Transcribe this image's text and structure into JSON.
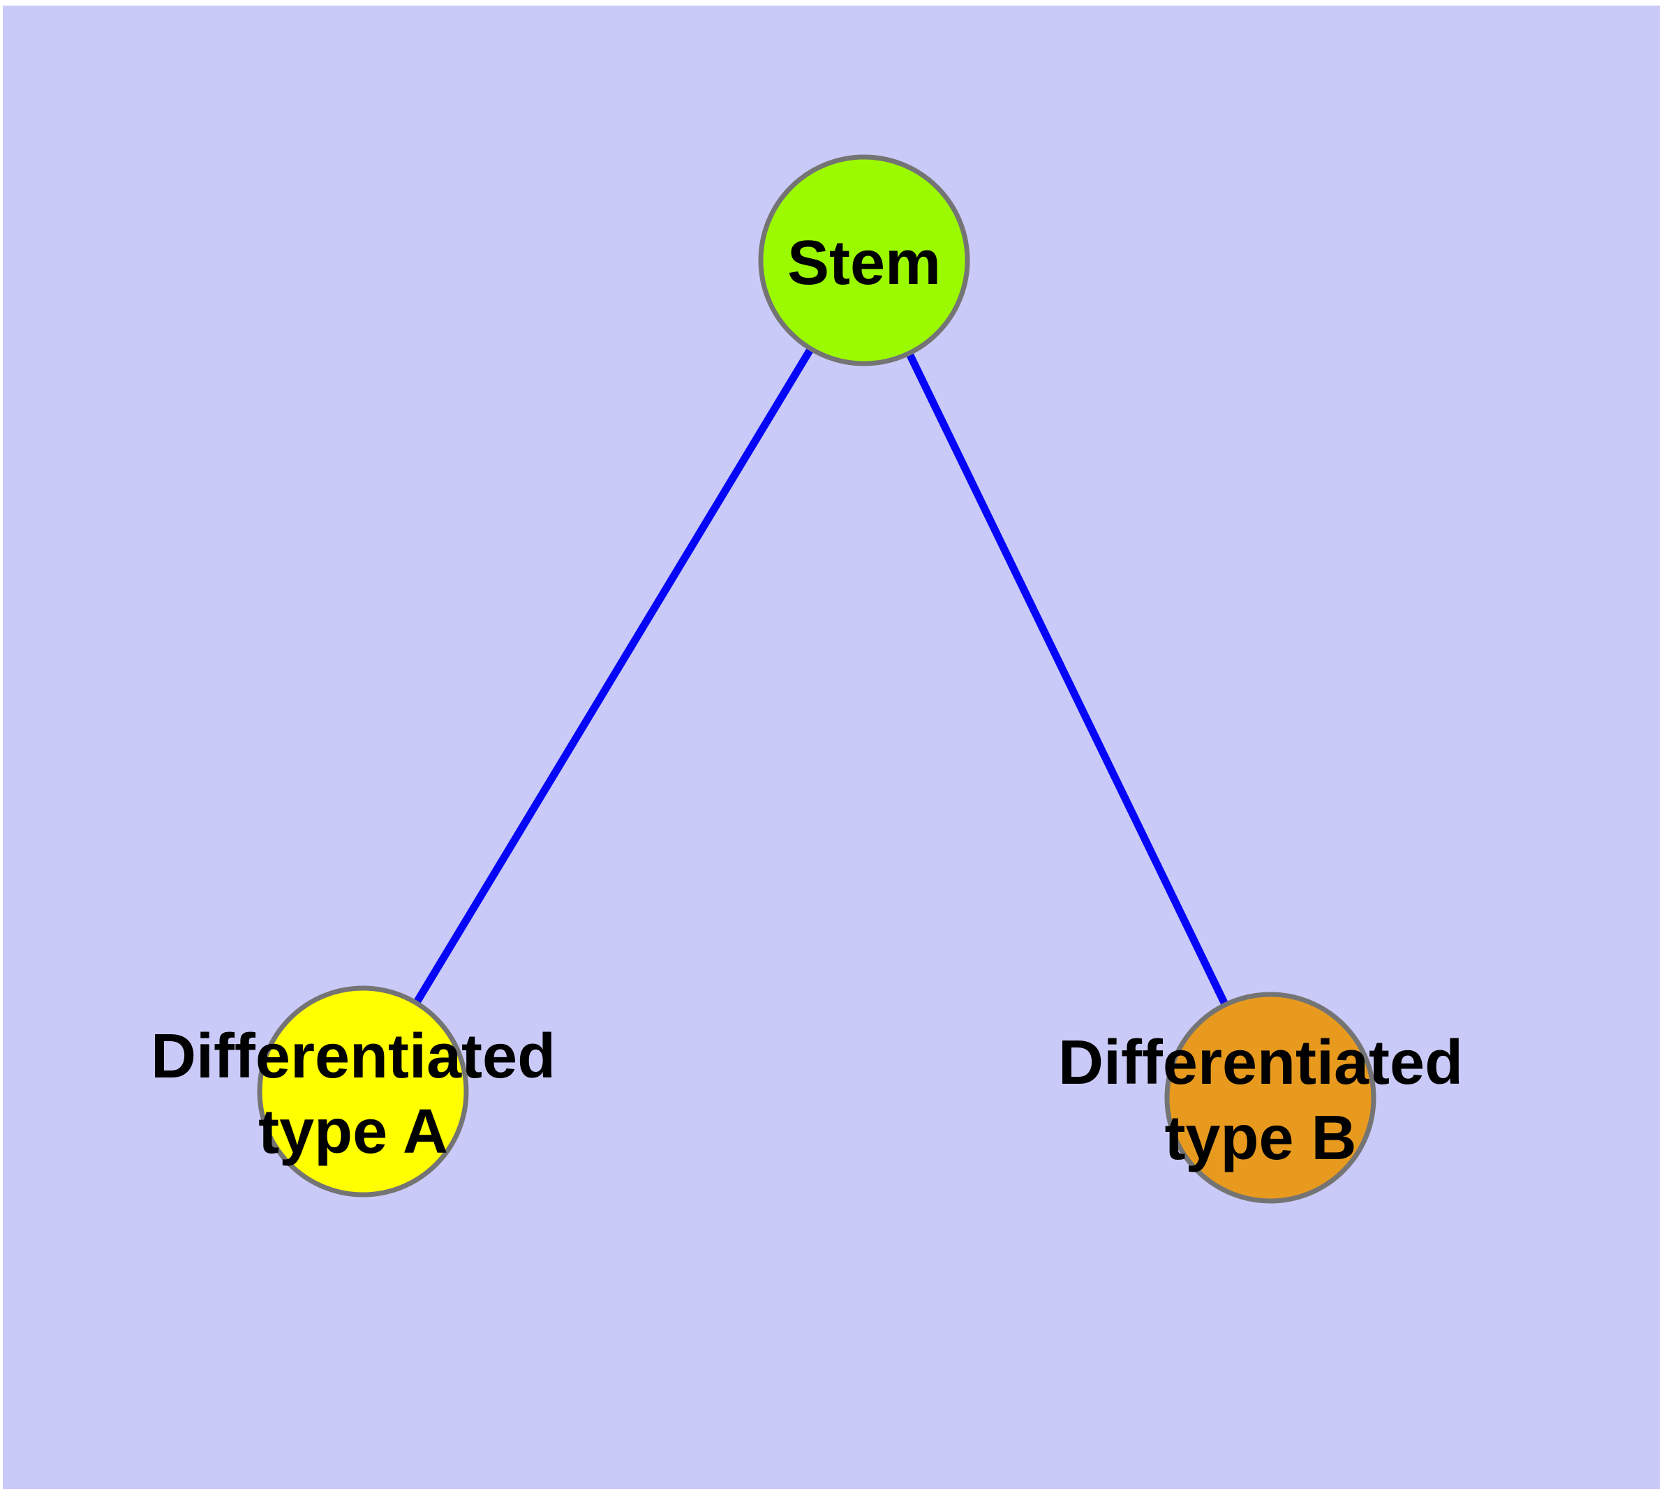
{
  "diagram": {
    "type": "graph",
    "background_color": "#CACAF8",
    "margin_color": "#FFFFFF",
    "edge_color": "#0505F8",
    "node_border_color": "#747474",
    "label_color": "#000000",
    "nodes": [
      {
        "id": "stem",
        "label": "Stem",
        "lines": [
          "Stem"
        ],
        "fill": "#9BFA00"
      },
      {
        "id": "typeA",
        "label": "Differentiated type A",
        "lines": [
          "Differentiated",
          "type A"
        ],
        "fill": "#FFFF00"
      },
      {
        "id": "typeB",
        "label": "Differentiated type B",
        "lines": [
          "Differentiated",
          "type B"
        ],
        "fill": "#E79A1E"
      }
    ],
    "edges": [
      {
        "from": "stem",
        "to": "typeA"
      },
      {
        "from": "stem",
        "to": "typeB"
      }
    ]
  }
}
